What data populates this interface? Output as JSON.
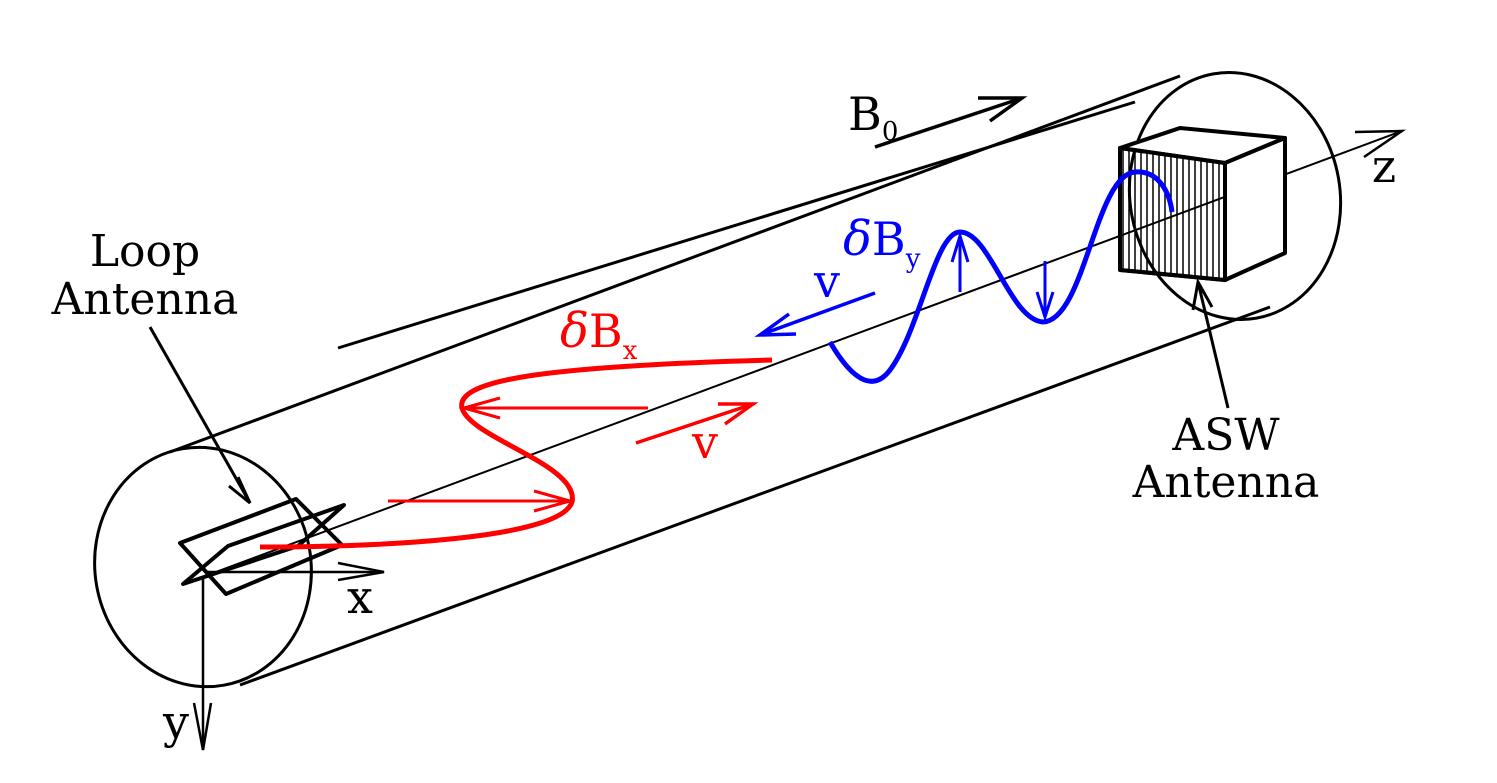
{
  "labels": {
    "loop_antenna_line1": "Loop",
    "loop_antenna_line2": "Antenna",
    "asw_antenna_line1": "ASW",
    "asw_antenna_line2": "Antenna",
    "b0_main": "B",
    "b0_sub": "0",
    "dbx_delta": "δ",
    "dbx_main": "B",
    "dbx_sub": "x",
    "dby_delta": "δ",
    "dby_main": "B",
    "dby_sub": "y",
    "v_red": "v",
    "v_blue": "v",
    "axis_x": "x",
    "axis_y": "y",
    "axis_z": "z"
  },
  "colors": {
    "outline": "#000000",
    "delta_bx_wave": "#ff0000",
    "delta_by_wave": "#0000ff",
    "background": "#ffffff"
  }
}
